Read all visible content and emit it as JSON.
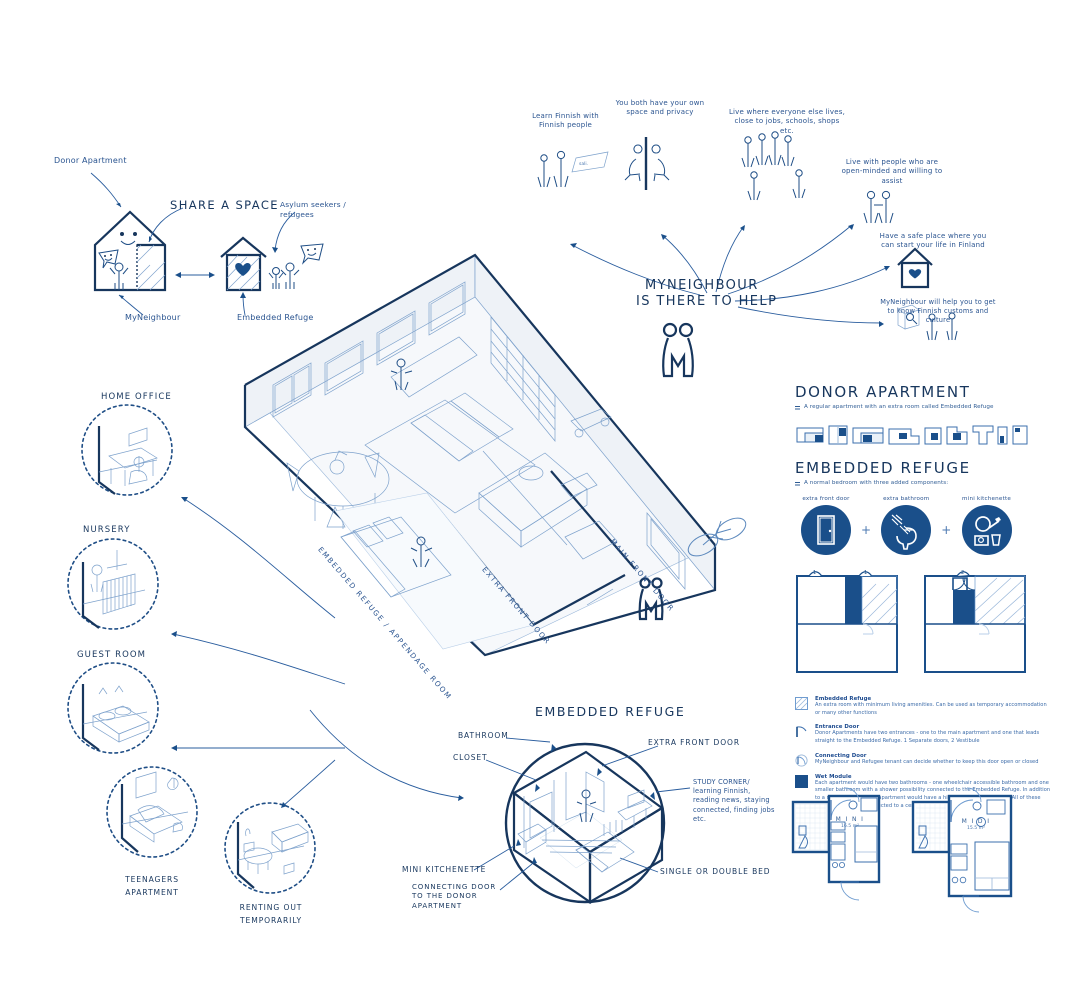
{
  "poster": {
    "accent": "#1a4f8a",
    "accent_dark": "#17365d",
    "accent_light": "#7ea2cc"
  },
  "top_left": {
    "donor_apartment_label": "Donor Apartment",
    "share_a_space": "SHARE A SPACE",
    "myneighbour_label": "MyNeighbour",
    "asylum_label": "Asylum seekers / refugees",
    "embedded_refuge_label": "Embedded Refuge"
  },
  "hub": {
    "title_line1": "MYNEIGHBOUR",
    "title_line2": "IS THERE TO HELP",
    "benefits": [
      {
        "id": "learn-finnish",
        "text": "Learn Finnish with Finnish people"
      },
      {
        "id": "own-space",
        "text": "You both have your own space and privacy"
      },
      {
        "id": "live-where",
        "text": "Live where everyone else lives, close to jobs, schools, shops etc."
      },
      {
        "id": "open-minded",
        "text": "Live with people who are open-minded and willing to assist"
      },
      {
        "id": "safe-place",
        "text": "Have a safe place where you can start your life in Finland"
      },
      {
        "id": "customs",
        "text": "MyNeighbour will help you to get to know Finnish customs and culture"
      }
    ]
  },
  "isometric": {
    "label_refuge": "EMBEDDED REFUGE / APPENDAGE ROOM",
    "label_extra_door": "EXTRA FRONT DOOR",
    "label_main_door": "MAIN FRONT DOOR"
  },
  "use_cases": [
    {
      "id": "home-office",
      "label": "HOME OFFICE"
    },
    {
      "id": "nursery",
      "label": "NURSERY"
    },
    {
      "id": "guest-room",
      "label": "GUEST ROOM"
    },
    {
      "id": "teenagers",
      "label_line1": "TEENAGERS",
      "label_line2": "APARTMENT"
    },
    {
      "id": "renting-out",
      "label_line1": "RENTING OUT",
      "label_line2": "TEMPORARILY"
    }
  ],
  "refuge_detail": {
    "title": "EMBEDDED REFUGE",
    "callouts": {
      "bathroom": "BATHROOM",
      "closet": "CLOSET",
      "extra_front_door": "EXTRA FRONT DOOR",
      "study_corner": "STUDY CORNER/ learning Finnish, reading news, staying connected, finding jobs etc.",
      "mini_kitchenette": "MINI KITCHENETTE",
      "connecting_door": "CONNECTING DOOR TO THE DONOR APARTMENT",
      "bed": "SINGLE OR DOUBLE BED"
    }
  },
  "right_panel": {
    "donor": {
      "title": "DONOR APARTMENT",
      "subtitle": "A regular apartment with an extra room called Embedded Refuge"
    },
    "refuge": {
      "title": "EMBEDDED REFUGE",
      "subtitle": "A normal bedroom with three  added components:",
      "components": [
        {
          "id": "extra-front-door",
          "label": "extra front door",
          "icon": "door-icon"
        },
        {
          "id": "extra-bathroom",
          "label": "extra bathroom",
          "icon": "toilet-shower-icon"
        },
        {
          "id": "mini-kitchenette",
          "label": "mini kitchenette",
          "icon": "kitchenette-icon"
        }
      ],
      "plus": "+"
    },
    "config_diagrams": [
      {
        "id": "separate-doors",
        "marker_left": "1",
        "marker_right": "1"
      },
      {
        "id": "vestibule",
        "marker": "2"
      }
    ],
    "legend": [
      {
        "id": "embedded-refuge",
        "swatch": "hatch",
        "title": "Embedded Refuge",
        "body": "An extra room with minimum living amenities. Can be used as temporary accommodation or many other functions"
      },
      {
        "id": "entrance-door",
        "swatch": "door",
        "title": "Entrance Door",
        "body": "Donor Apartments have two entrances - one to the main apartment and one that leads straight to the Embedded Refuge. 1 Separate doors, 2 Vestibule"
      },
      {
        "id": "connecting-door",
        "swatch": "swing",
        "title": "Connecting Door",
        "body": "MyNeighbour and Refugee tenant can decide whether to keep this door open or closed"
      },
      {
        "id": "wet-module",
        "swatch": "solid",
        "title": "Wet Module",
        "body": "Each apartment would have two bathrooms - one wheelchair accessible bathroom and one smaller bathroom with a shower possibility connected to the Embedded Refuge. In addition to a normal kitchen, the apartment would have a hidden closet kitchenette. All of these functions would be connected to a centrally placed technical core."
      }
    ],
    "plans": [
      {
        "id": "plan-mini",
        "name": "M I N I",
        "area": "16.5 m²"
      },
      {
        "id": "plan-midi",
        "name": "M I D I",
        "area": "15.5 m²"
      }
    ]
  }
}
